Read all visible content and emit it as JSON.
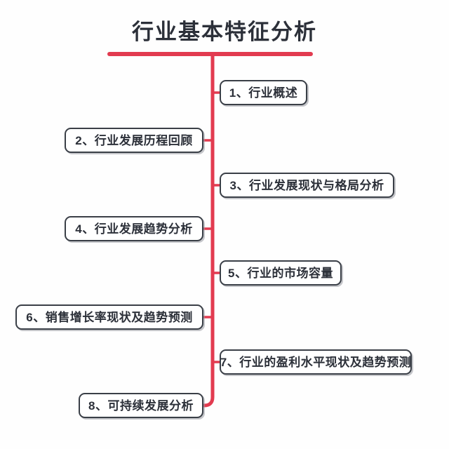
{
  "diagram": {
    "type": "mindmap",
    "title": "行业基本特征分析",
    "trunk_color": "#e23b50",
    "node_border_color": "#3a3f47",
    "text_color": "#2c3039",
    "background": "#ffffff",
    "nodes": [
      {
        "index": "1",
        "label": "1、行业概述",
        "side": "right"
      },
      {
        "index": "2",
        "label": "2、行业发展历程回顾",
        "side": "left"
      },
      {
        "index": "3",
        "label": "3、行业发展现状与格局分析",
        "side": "right"
      },
      {
        "index": "4",
        "label": "4、行业发展趋势分析",
        "side": "left"
      },
      {
        "index": "5",
        "label": "5、行业的市场容量",
        "side": "right"
      },
      {
        "index": "6",
        "label": "6、销售增长率现状及趋势预测",
        "side": "left"
      },
      {
        "index": "7",
        "label": "7、行业的盈利水平现状及趋势预测",
        "side": "right"
      },
      {
        "index": "8",
        "label": "8、可持续发展分析",
        "side": "left"
      }
    ]
  }
}
